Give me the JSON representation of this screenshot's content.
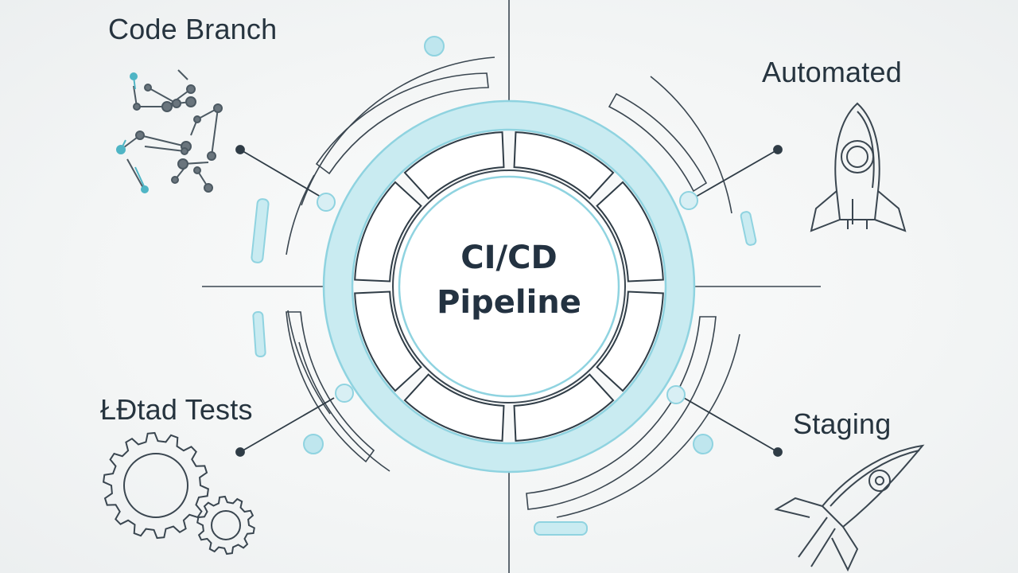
{
  "diagram": {
    "center_title": {
      "line1": "CI/CD",
      "line2": "Pipeline"
    },
    "stages": [
      {
        "label": "Code Branch",
        "icon": "code-branch-network-icon"
      },
      {
        "label": "Automated",
        "icon": "rocket-icon"
      },
      {
        "label": "ŁĐtad Tests",
        "icon": "gears-icon"
      },
      {
        "label": "Staging",
        "icon": "launching-rocket-icon"
      }
    ],
    "colors": {
      "accent": "#8fd3e0",
      "accent_light": "#c9ebf1",
      "line": "#2f3c46",
      "text": "#26343f"
    }
  }
}
